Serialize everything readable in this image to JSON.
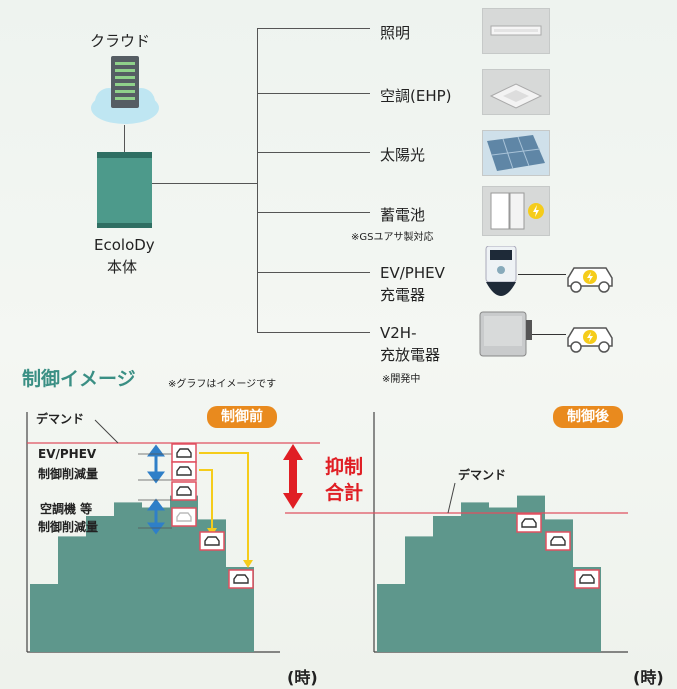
{
  "system": {
    "cloud_label": "クラウド",
    "main_unit_label_1": "EcoloDy",
    "main_unit_label_2": "本体"
  },
  "devices": [
    {
      "label": "照明",
      "icon": "ceiling-light"
    },
    {
      "label": "空調(EHP)",
      "icon": "cassette-aircon"
    },
    {
      "label": "太陽光",
      "icon": "solar-panel"
    },
    {
      "label": "蓄電池",
      "note": "※GSユアサ製対応",
      "icon": "battery-cabinet"
    },
    {
      "label": "EV/PHEV",
      "label2": "充電器",
      "icon": "ev-charger"
    },
    {
      "label": "V2H-",
      "label2": "充放電器",
      "note": "※開発中",
      "icon": "v2h-unit"
    }
  ],
  "section": {
    "title": "制御イメージ",
    "note": "※グラフはイメージです"
  },
  "before": {
    "badge": "制御前",
    "demand_label": "デマンド",
    "ev_label_1": "EV/PHEV",
    "ev_label_2": "制御削減量",
    "ac_label_1": "空調機 等",
    "ac_label_2": "制御削減量",
    "suppress_label_1": "抑制",
    "suppress_label_2": "合計",
    "x_unit": "(時)"
  },
  "after": {
    "badge": "制御後",
    "demand_label": "デマンド",
    "x_unit": "(時)"
  },
  "colors": {
    "bar": "#5e978c",
    "accent": "#e98a1e",
    "demand_line": "#e05060",
    "arrow_blue": "#2f7fc8",
    "arrow_red": "#e01e24",
    "arrow_yellow": "#f5cc1b",
    "title_green": "#3a8f84"
  },
  "chart_data": [
    {
      "type": "bar",
      "title": "制御前",
      "values": [
        40,
        68,
        80,
        88,
        85,
        92,
        78,
        50
      ],
      "y_axis": "demand",
      "x_axis": "time"
    },
    {
      "type": "bar",
      "title": "制御後",
      "values": [
        40,
        68,
        80,
        88,
        85,
        92,
        78,
        50
      ],
      "y_axis": "demand",
      "x_axis": "time"
    }
  ]
}
